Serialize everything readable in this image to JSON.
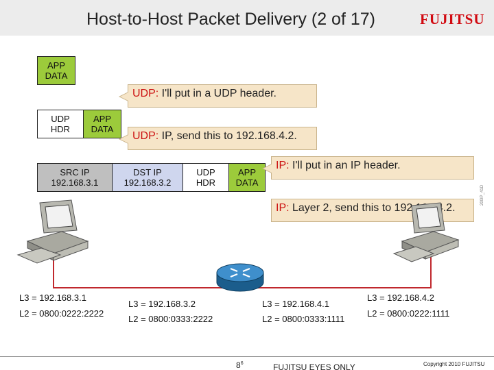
{
  "title": "Host-to-Host Packet Delivery (2 of 17)",
  "logo": "FUJITSU",
  "packets": {
    "app_only": [
      {
        "label": "APP\nDATA",
        "color": "green"
      }
    ],
    "udp": [
      {
        "label": "UDP\nHDR",
        "color": "white"
      },
      {
        "label": "APP\nDATA",
        "color": "green"
      }
    ],
    "ip": [
      {
        "label": "SRC IP\n192.168.3.1",
        "color": "grey"
      },
      {
        "label": "DST IP\n192.168.3.2",
        "color": "blue"
      },
      {
        "label": "UDP\nHDR",
        "color": "white"
      },
      {
        "label": "APP\nDATA",
        "color": "green"
      }
    ]
  },
  "callouts": [
    {
      "prefix": "UDP:",
      "text": " I'll put in a UDP header."
    },
    {
      "prefix": "UDP:",
      "text": " IP, send this to 192.168.4.2."
    },
    {
      "prefix": "IP:",
      "text": " I'll put in an IP header."
    },
    {
      "prefix": "IP:",
      "text": " Layer 2, send this to 192.168.4.2."
    }
  ],
  "addresses": {
    "host_left": {
      "l3": "L3 = 192.168.3.1",
      "l2": "L2 = 0800:0222:2222"
    },
    "router_left": {
      "l3": "L3 = 192.168.3.2",
      "l2": "L2 = 0800:0333:2222"
    },
    "router_right": {
      "l3": "L3 = 192.168.4.1",
      "l2": "L2 = 0800:0333:1111"
    },
    "host_right": {
      "l3": "L3 = 192.168.4.2",
      "l2": "L2 = 0800:0222:1111"
    }
  },
  "side_code": "200IP_41D",
  "footer": {
    "page": "8",
    "page_sup": "6",
    "center": "FUJITSU EYES ONLY",
    "copyright": "Copyright 2010 FUJITSU"
  },
  "colors": {
    "green": "#9ccb3b",
    "grey": "#bfbfbf",
    "blue": "#cfd6ee",
    "white": "#ffffff",
    "link": "#c0282d",
    "callout_bg": "#f6e5c8",
    "accent": "#d10a11"
  }
}
